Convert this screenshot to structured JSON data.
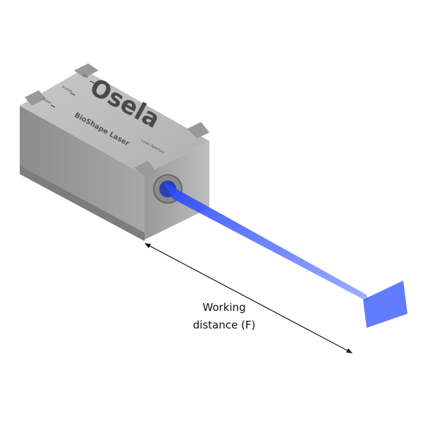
{
  "device": {
    "brand_logo": "Osela",
    "model_label": "BioShape Laser",
    "aperture_label": "Laser Aperture",
    "port_labels": [
      "Power",
      "Enable",
      "Out"
    ]
  },
  "annotation": {
    "line1": "Working",
    "line2": "distance (F)"
  },
  "colors": {
    "beam": "#3a5cff",
    "body": "#a9a9a9"
  }
}
